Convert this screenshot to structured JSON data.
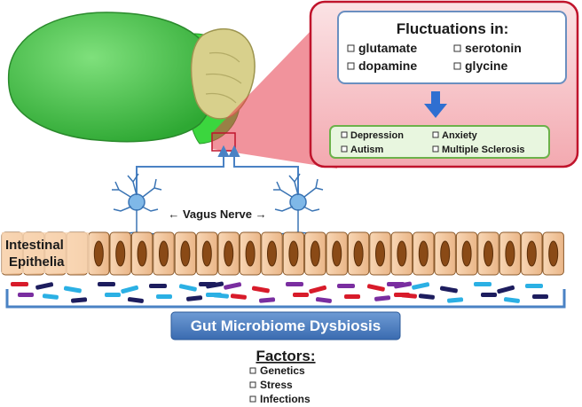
{
  "panel": {
    "title": "Fluctuations in:",
    "neurotransmitters": [
      "glutamate",
      "serotonin",
      "dopamine",
      "glycine"
    ],
    "disorders": [
      "Depression",
      "Anxiety",
      "Autism",
      "Multiple Sclerosis"
    ]
  },
  "labels": {
    "vagus_nerve": "← Vagus Nerve →",
    "intestinal_line1": "Intestinal",
    "intestinal_line2": "Epithelia",
    "dysbiosis": "Gut Microbiome Dysbiosis"
  },
  "factors": {
    "title": "Factors:",
    "items": [
      "Genetics",
      "Stress",
      "Infections"
    ]
  },
  "colors": {
    "brain": "#44c446",
    "cerebellum": "#d8d08c",
    "panel_fill": "#f5b8bd",
    "panel_border": "#c0142c",
    "cell_fill": "#f4c79f",
    "nucleus": "#8a4a16",
    "nerve": "#4a82c4",
    "dysbiosis_banner": "#4a7ec1"
  }
}
